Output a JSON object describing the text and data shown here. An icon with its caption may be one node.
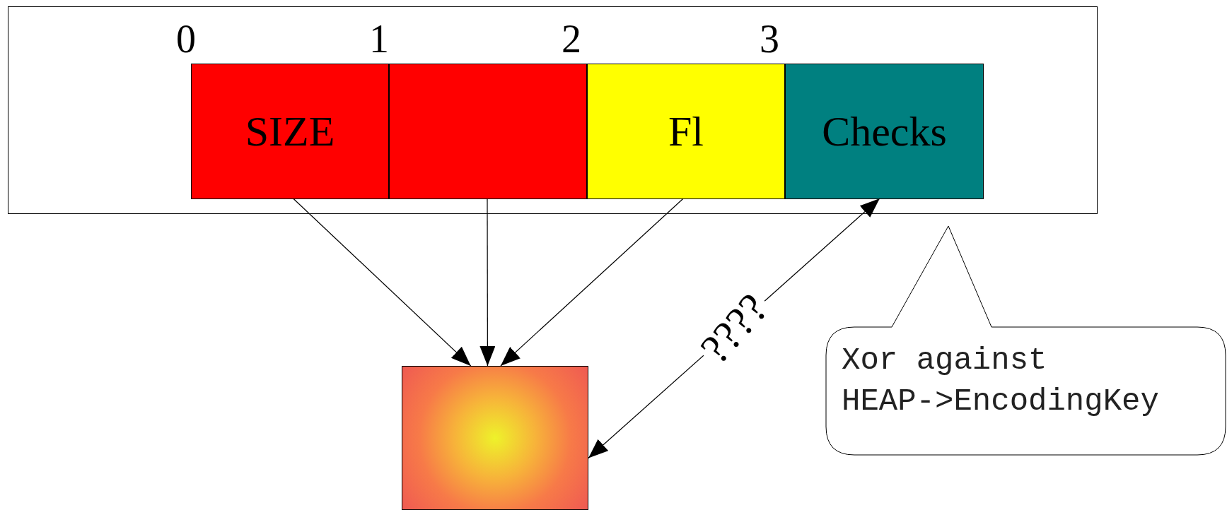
{
  "diagram": {
    "nodes": [
      {
        "text": [],
        "shape": "box"
      },
      {
        "text": [
          "SIZE"
        ],
        "in": 0
      },
      {
        "text": [],
        "shape": "box",
        "in": 0
      },
      {
        "text": [
          "Fl"
        ],
        "in": 0
      },
      {
        "text": [
          "Checks"
        ],
        "in": 0
      },
      {
        "text": [],
        "shape": "box"
      },
      {
        "text": [
          "Xor against HEAP->EncodingKey"
        ]
      }
    ],
    "edges": [
      {
        "from": 1,
        "to": 5,
        "arrow": "to"
      },
      {
        "from": 2,
        "to": 5,
        "arrow": "to"
      },
      {
        "from": 3,
        "to": 5,
        "arrow": "to"
      },
      {
        "from": 4,
        "to": 5,
        "arrow": "both",
        "label": "????"
      }
    ],
    "labels": [
      "0",
      "1",
      "2",
      "3"
    ]
  }
}
